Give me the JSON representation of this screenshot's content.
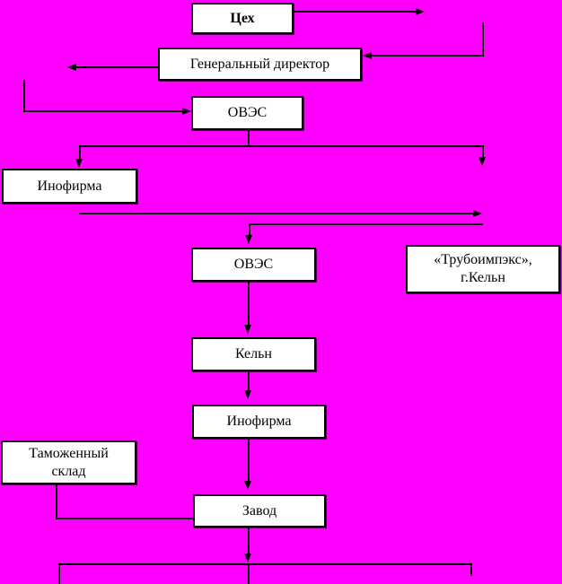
{
  "diagram": {
    "background_color": "#FF00FF",
    "box_fill_color": "#FFFFFF",
    "line_color": "#000000",
    "text_color": "#000000"
  },
  "nodes": {
    "tseh": {
      "label": "Цех"
    },
    "director": {
      "label": "Генеральный директор"
    },
    "oves1": {
      "label": "ОВЭС"
    },
    "inofirma1": {
      "label": "Инофирма"
    },
    "oves2": {
      "label": "ОВЭС"
    },
    "truboimpeks": {
      "line1": "«Трубоимпэкс»,",
      "line2": "г.Кельн"
    },
    "keln": {
      "label": "Кельн"
    },
    "inofirma2": {
      "label": "Инофирма"
    },
    "tamozhenny": {
      "line1": "Таможенный",
      "line2": "склад"
    },
    "zavod": {
      "label": "Завод"
    }
  }
}
